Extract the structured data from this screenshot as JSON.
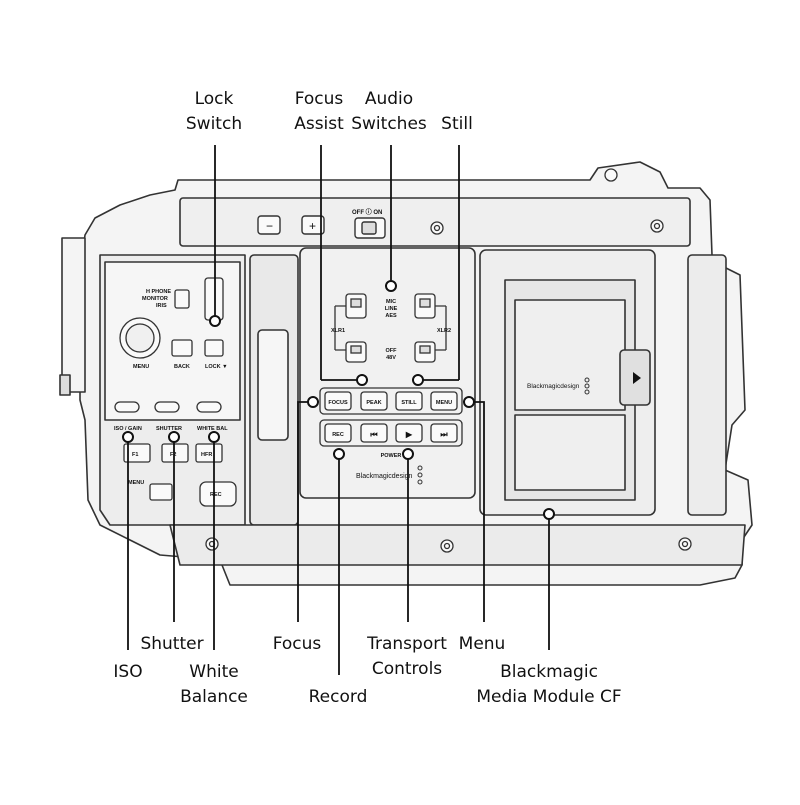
{
  "callouts": {
    "lock_switch": [
      "Lock",
      "Switch"
    ],
    "focus_assist": [
      "Focus",
      "Assist"
    ],
    "audio_switches": [
      "Audio",
      "Switches"
    ],
    "still": [
      "Still"
    ],
    "shutter": [
      "Shutter"
    ],
    "iso": [
      "ISO"
    ],
    "white_balance": [
      "White",
      "Balance"
    ],
    "focus": [
      "Focus"
    ],
    "record": [
      "Record"
    ],
    "transport_controls": [
      "Transport",
      "Controls"
    ],
    "menu": [
      "Menu"
    ],
    "media_module": [
      "Blackmagic",
      "Media Module CF"
    ]
  },
  "camera": {
    "off_on": "OFF ⓘ ON",
    "minus": "−",
    "plus": "+",
    "h_phone": "H PHONE",
    "monitor": "MONITOR",
    "iris": "IRIS",
    "menu_dial": "MENU",
    "back": "BACK",
    "lock": "LOCK ▼",
    "iso_gain": "ISO / GAIN",
    "shutter": "SHUTTER",
    "white_bal": "WHITE BAL",
    "f1": "F1",
    "f2": "F2",
    "hfr": "HFR",
    "menu_small": "MENU",
    "rec_side": "REC",
    "mic": "MIC",
    "line": "LINE",
    "aes": "AES",
    "xlr1": "XLR1",
    "xlr2": "XLR2",
    "off": "OFF",
    "v48": "48V",
    "focus_btn": "FOCUS",
    "peak_btn": "PEAK",
    "still_btn": "STILL",
    "menu_btn": "MENU",
    "rec_btn": "REC",
    "prev_btn": "⏮",
    "play_btn": "▶",
    "next_btn": "⏭",
    "power": "POWER",
    "brand": "Blackmagicdesign",
    "brand_media": "Blackmagicdesign"
  }
}
